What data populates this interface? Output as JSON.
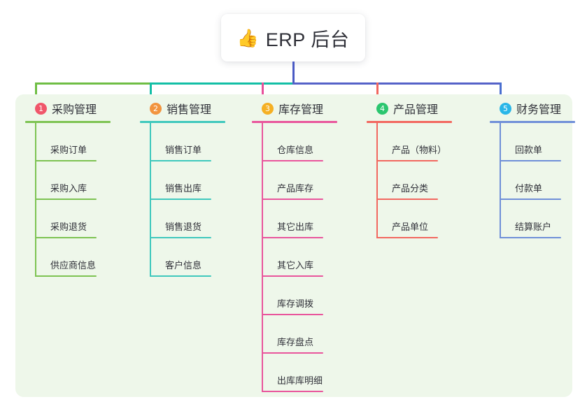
{
  "page": {
    "background": "#ffffff",
    "panel_background": "#eef7ea"
  },
  "root": {
    "icon": "thumbs-up-icon",
    "emoji": "👍",
    "title": "ERP 后台"
  },
  "connectors": {
    "stem_color": "#4a5ac4",
    "bar_segments": [
      {
        "name": "bar-green",
        "color": "#6fbe44"
      },
      {
        "name": "bar-teal",
        "color": "#13bfa6"
      },
      {
        "name": "bar-blue",
        "color": "#5562c8"
      }
    ],
    "drops": [
      "#6fbe44",
      "#13bfa6",
      "#e8509a",
      "#f2675f",
      "#4a6fd0"
    ]
  },
  "columns": [
    {
      "number": "1",
      "title": "采购管理",
      "badge_color": "#f0566a",
      "line_color": "#7dc352",
      "items": [
        {
          "label": "采购订单"
        },
        {
          "label": "采购入库"
        },
        {
          "label": "采购退货"
        },
        {
          "label": "供应商信息"
        }
      ]
    },
    {
      "number": "2",
      "title": "销售管理",
      "badge_color": "#f2943e",
      "line_color": "#3fc8bd",
      "items": [
        {
          "label": "销售订单"
        },
        {
          "label": "销售出库"
        },
        {
          "label": "销售退货"
        },
        {
          "label": "客户信息"
        }
      ]
    },
    {
      "number": "3",
      "title": "库存管理",
      "badge_color": "#f5b024",
      "line_color": "#e9559c",
      "items": [
        {
          "label": "仓库信息"
        },
        {
          "label": "产品库存"
        },
        {
          "label": "其它出库"
        },
        {
          "label": "其它入库"
        },
        {
          "label": "库存调拨"
        },
        {
          "label": "库存盘点"
        },
        {
          "label": "出库库明细"
        }
      ]
    },
    {
      "number": "4",
      "title": "产品管理",
      "badge_color": "#2bc66f",
      "line_color": "#f2675f",
      "items": [
        {
          "label": "产品（物料）"
        },
        {
          "label": "产品分类"
        },
        {
          "label": "产品单位"
        }
      ]
    },
    {
      "number": "5",
      "title": "财务管理",
      "badge_color": "#29b6e8",
      "line_color": "#6f8fd8",
      "items": [
        {
          "label": "回款单"
        },
        {
          "label": "付款单"
        },
        {
          "label": "结算账户"
        }
      ]
    }
  ]
}
